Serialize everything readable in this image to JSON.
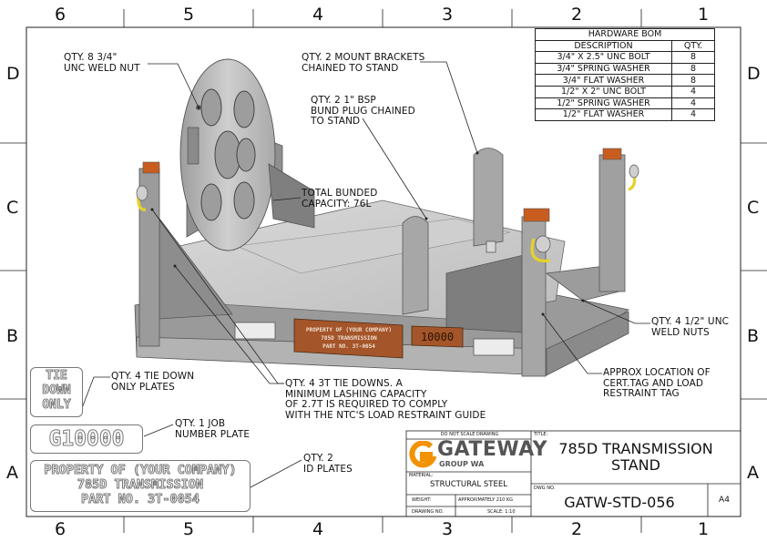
{
  "zones": {
    "cols": [
      "6",
      "5",
      "4",
      "3",
      "2",
      "1"
    ],
    "rows": [
      "D",
      "C",
      "B",
      "A"
    ]
  },
  "bom": {
    "title": "HARDWARE BOM",
    "col_desc": "DESCRIPTION",
    "col_qty": "QTY.",
    "rows": [
      {
        "desc": "3/4\" X 2.5\" UNC BOLT",
        "qty": "8"
      },
      {
        "desc": "3/4\" SPRING WASHER",
        "qty": "8"
      },
      {
        "desc": "3/4\" FLAT WASHER",
        "qty": "8"
      },
      {
        "desc": "1/2\" X 2\" UNC BOLT",
        "qty": "4"
      },
      {
        "desc": "1/2\" SPRING WASHER",
        "qty": "4"
      },
      {
        "desc": "1/2\" FLAT WASHER",
        "qty": "4"
      }
    ]
  },
  "callouts": {
    "weld_nut_34": [
      "QTY. 8 3/4\"",
      "UNC WELD NUT"
    ],
    "mount_brackets": [
      "QTY. 2 MOUNT BRACKETS",
      "CHAINED TO STAND"
    ],
    "bsp_plug": [
      "QTY. 2 1\" BSP",
      "BUND PLUG CHAINED",
      "TO STAND"
    ],
    "bunded_capacity": [
      "TOTAL BUNDED",
      "CAPACITY: 76L"
    ],
    "weld_nuts_12": [
      "QTY. 4 1/2\" UNC",
      "WELD NUTS"
    ],
    "cert_tag": [
      "APPROX LOCATION OF",
      "CERT.TAG AND LOAD",
      "RESTRAINT TAG"
    ],
    "tie_downs": [
      "QTY. 4 3T TIE DOWNS. A",
      "MINIMUM LASHING CAPACITY",
      "OF 2.7T IS REQUIRED TO COMPLY",
      "WITH THE NTC'S LOAD RESTRAINT GUIDE"
    ],
    "tie_down_plates": [
      "QTY. 4 TIE DOWN",
      "ONLY PLATES"
    ],
    "job_plate": [
      "QTY. 1 JOB",
      "NUMBER PLATE"
    ],
    "id_plates": [
      "QTY. 2",
      "ID PLATES"
    ]
  },
  "plates": {
    "tie_down": [
      "TIE",
      "DOWN",
      "ONLY"
    ],
    "job_number": "10000",
    "id_plate": [
      "PROPERTY OF (YOUR COMPANY)",
      "785D TRANSMISSION",
      "PART NO. 3T-0054"
    ]
  },
  "title_block": {
    "do_not_scale": "DO NOT SCALE DRAWING",
    "company": "GATEWAY",
    "company_sub": "GROUP WA",
    "material_label": "MATERIAL:",
    "material": "STRUCTURAL STEEL",
    "weight_label": "WEIGHT:",
    "weight": "APPROXIMATELY 210 KG",
    "drawing_no_label": "DRAWING NO.",
    "scale": "SCALE: 1:10",
    "title_label": "TITLE:",
    "title_line1": "785D TRANSMISSION",
    "title_line2": "STAND",
    "dwg_no_label": "DWG NO.",
    "dwg_no": "GATW-STD-056",
    "sheet_size": "A4"
  },
  "colors": {
    "brand_orange": "#f39200",
    "brand_grey": "#555555",
    "steel": "#b9b9b9",
    "copper_plate": "#a4552a",
    "shackle_yellow": "#e6d22a"
  }
}
